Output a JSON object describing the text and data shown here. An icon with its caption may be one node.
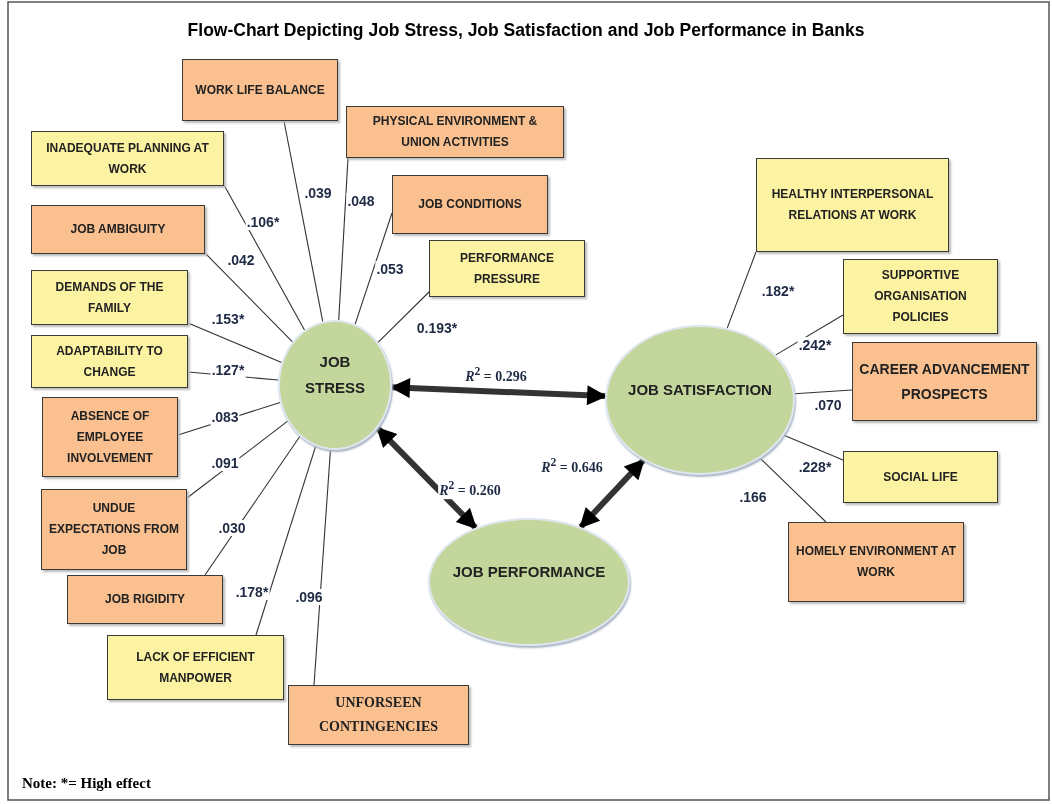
{
  "diagram": {
    "title": "Flow-Chart Depicting Job Stress, Job Satisfaction and Job Performance in Banks",
    "nodes": [
      {
        "text": [
          "JOB STRESS"
        ]
      },
      {
        "text": [
          "JOB SATISFACTION"
        ]
      },
      {
        "text": [
          "JOB PERFORMANCE"
        ]
      },
      {
        "text": [
          "WORK LIFE BALANCE"
        ]
      },
      {
        "text": [
          "PHYSICAL ENVIRONMENT & UNION ACTIVITIES"
        ]
      },
      {
        "text": [
          "INADEQUATE PLANNING AT WORK"
        ]
      },
      {
        "text": [
          "JOB CONDITIONS"
        ]
      },
      {
        "text": [
          "JOB AMBIGUITY"
        ]
      },
      {
        "text": [
          "PERFORMANCE PRESSURE"
        ]
      },
      {
        "text": [
          "DEMANDS OF THE FAMILY"
        ]
      },
      {
        "text": [
          "ADAPTABILITY TO CHANGE"
        ]
      },
      {
        "text": [
          "ABSENCE OF EMPLOYEE INVOLVEMENT"
        ]
      },
      {
        "text": [
          "UNDUE EXPECTATIONS FROM JOB"
        ]
      },
      {
        "text": [
          "JOB RIGIDITY"
        ]
      },
      {
        "text": [
          "LACK OF EFFICIENT MANPOWER"
        ]
      },
      {
        "text": [
          "UNFORSEEN CONTINGENCIES"
        ]
      },
      {
        "text": [
          "HEALTHY INTERPERSONAL RELATIONS AT WORK"
        ]
      },
      {
        "text": [
          "SUPPORTIVE ORGANISATION POLICIES"
        ]
      },
      {
        "text": [
          "CAREER ADVANCEMENT PROSPECTS"
        ]
      },
      {
        "text": [
          "SOCIAL LIFE"
        ]
      },
      {
        "text": [
          "HOMELY ENVIRONMENT AT WORK"
        ]
      }
    ],
    "edges": [
      {
        "from": 3,
        "to": 0,
        "arrow": "none",
        "label": ".039"
      },
      {
        "from": 4,
        "to": 0,
        "arrow": "none",
        "label": ".048"
      },
      {
        "from": 5,
        "to": 0,
        "arrow": "none",
        "label": ".106*"
      },
      {
        "from": 6,
        "to": 0,
        "arrow": "none",
        "label": ".053"
      },
      {
        "from": 7,
        "to": 0,
        "arrow": "none",
        "label": ".042"
      },
      {
        "from": 8,
        "to": 0,
        "arrow": "none",
        "label": "0.193*"
      },
      {
        "from": 9,
        "to": 0,
        "arrow": "none",
        "label": ".153*"
      },
      {
        "from": 10,
        "to": 0,
        "arrow": "none",
        "label": ".127*"
      },
      {
        "from": 11,
        "to": 0,
        "arrow": "none",
        "label": ".083"
      },
      {
        "from": 12,
        "to": 0,
        "arrow": "none",
        "label": ".091"
      },
      {
        "from": 13,
        "to": 0,
        "arrow": "none",
        "label": ".030"
      },
      {
        "from": 14,
        "to": 0,
        "arrow": "none",
        "label": ".178*"
      },
      {
        "from": 15,
        "to": 0,
        "arrow": "none",
        "label": ".096"
      },
      {
        "from": 16,
        "to": 1,
        "arrow": "none",
        "label": ".182*"
      },
      {
        "from": 17,
        "to": 1,
        "arrow": "none",
        "label": ".242*"
      },
      {
        "from": 18,
        "to": 1,
        "arrow": "none",
        "label": ".070"
      },
      {
        "from": 19,
        "to": 1,
        "arrow": "none",
        "label": ".228*"
      },
      {
        "from": 20,
        "to": 1,
        "arrow": "none",
        "label": ".166"
      },
      {
        "from": 0,
        "to": 1,
        "arrow": "both",
        "label": "*R*$^{2}$ = 0.296",
        "style": "thick"
      },
      {
        "from": 0,
        "to": 2,
        "arrow": "both",
        "label": "*R*$^{2}$ = 0.260",
        "style": "thick"
      },
      {
        "from": 1,
        "to": 2,
        "arrow": "both",
        "label": "*R*$^{2}$ = 0.646",
        "style": "thick"
      }
    ],
    "labels": [
      "Note: *= High effect"
    ]
  }
}
